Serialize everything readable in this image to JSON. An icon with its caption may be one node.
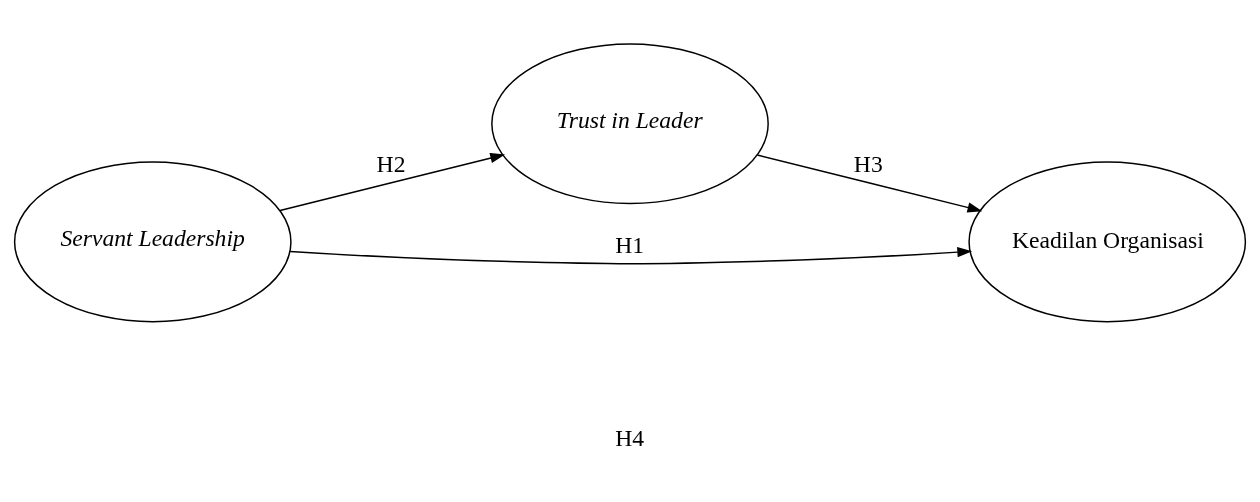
{
  "diagram": {
    "nodes": [
      {
        "text": [
          "Servant Leadership"
        ]
      },
      {
        "text": [
          "Trust in Leader"
        ]
      },
      {
        "text": [
          "Keadilan Organisasi"
        ]
      }
    ],
    "edges": [
      {
        "from": 0,
        "to": 1,
        "arrow": "to",
        "label": "H2"
      },
      {
        "from": 1,
        "to": 2,
        "arrow": "to",
        "label": "H3"
      },
      {
        "from": 0,
        "to": 2,
        "arrow": "to",
        "label": "H1"
      }
    ],
    "labels": [
      "H4"
    ]
  }
}
